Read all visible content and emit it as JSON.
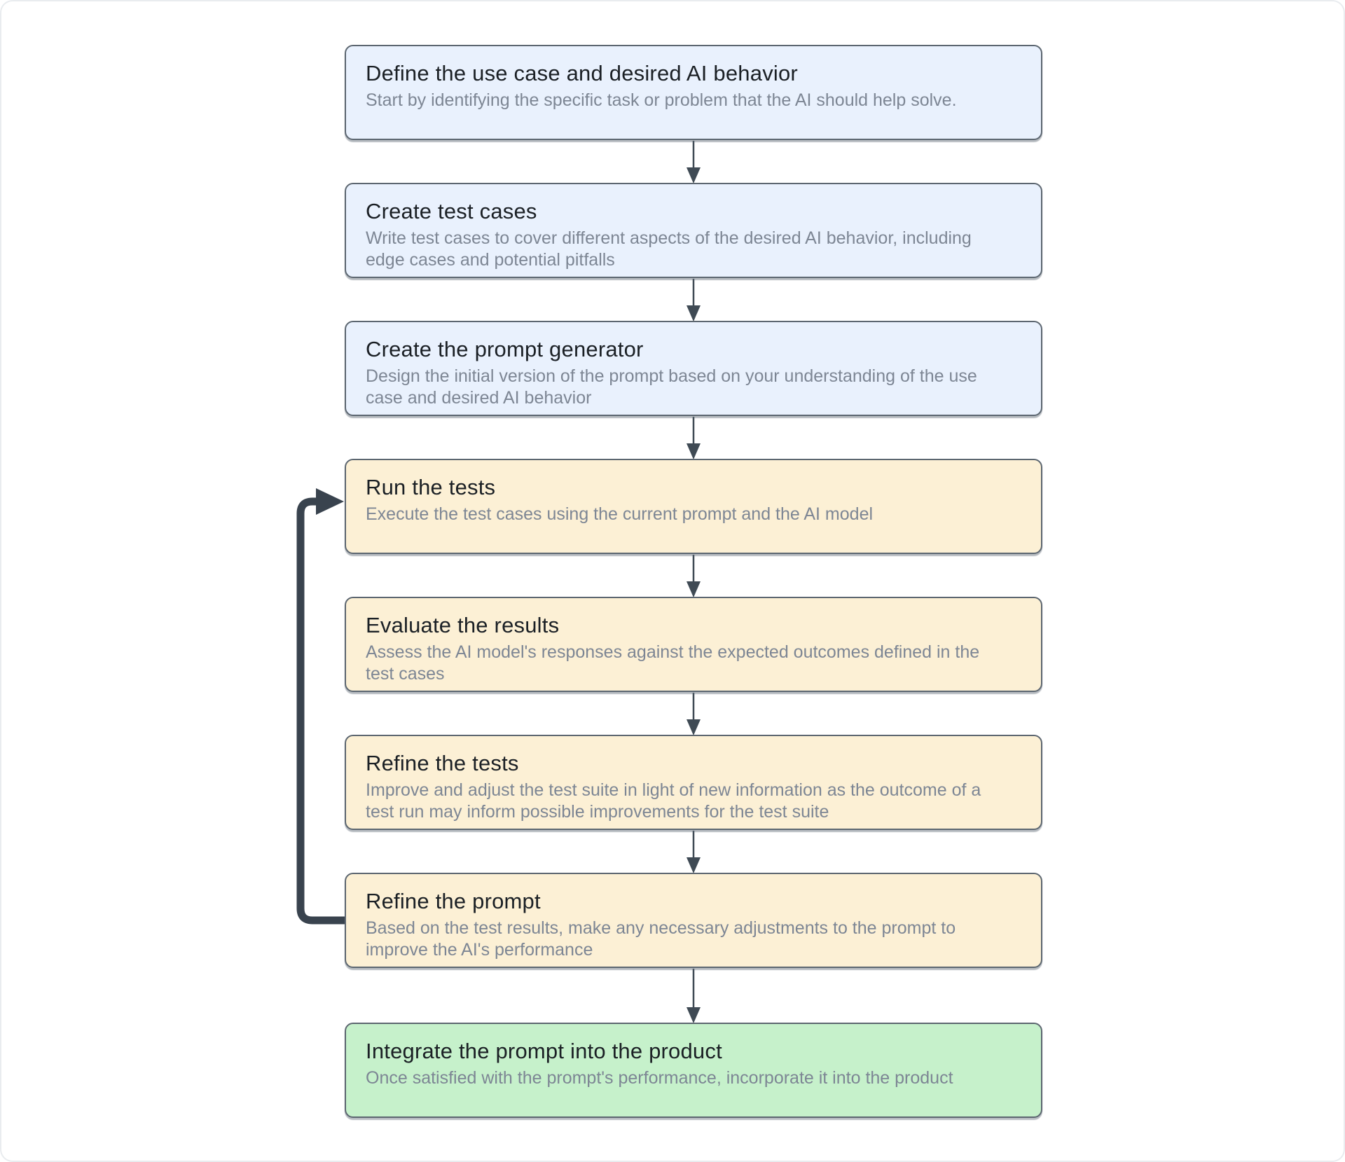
{
  "diagram": {
    "steps": [
      {
        "title": "Define the use case and desired AI behavior",
        "description": "Start by identifying the specific task or problem that the AI should help solve.",
        "phase": "setup"
      },
      {
        "title": "Create test cases",
        "description": "Write test cases to cover different aspects of the desired AI behavior, including edge cases and potential pitfalls",
        "phase": "setup"
      },
      {
        "title": "Create the prompt generator",
        "description": "Design the initial version of the prompt based on your understanding of the use case and desired AI behavior",
        "phase": "setup"
      },
      {
        "title": "Run the tests",
        "description": "Execute the test cases using the current prompt and the AI model",
        "phase": "iterate"
      },
      {
        "title": "Evaluate the results",
        "description": "Assess the AI model's responses against the expected outcomes defined in the test cases",
        "phase": "iterate"
      },
      {
        "title": "Refine the tests",
        "description": "Improve and adjust the test suite in light of new information as the outcome of a test run may inform possible improvements for the test suite",
        "phase": "iterate"
      },
      {
        "title": "Refine the prompt",
        "description": "Based on the test results, make any necessary adjustments to the prompt to improve the AI's performance",
        "phase": "iterate"
      },
      {
        "title": "Integrate the prompt into the product",
        "description": "Once satisfied with the prompt's performance, incorporate it into the product",
        "phase": "integrate"
      }
    ],
    "colors": {
      "setup_fill": "#e9f1fd",
      "iterate_fill": "#fcf0d5",
      "integrate_fill": "#c6f1cb",
      "box_border": "#5c6670",
      "connector_arrow": "#3f4a54",
      "feedback_loop": "#39434e",
      "title_text": "#1b2025",
      "description_text": "#7d8694"
    }
  }
}
